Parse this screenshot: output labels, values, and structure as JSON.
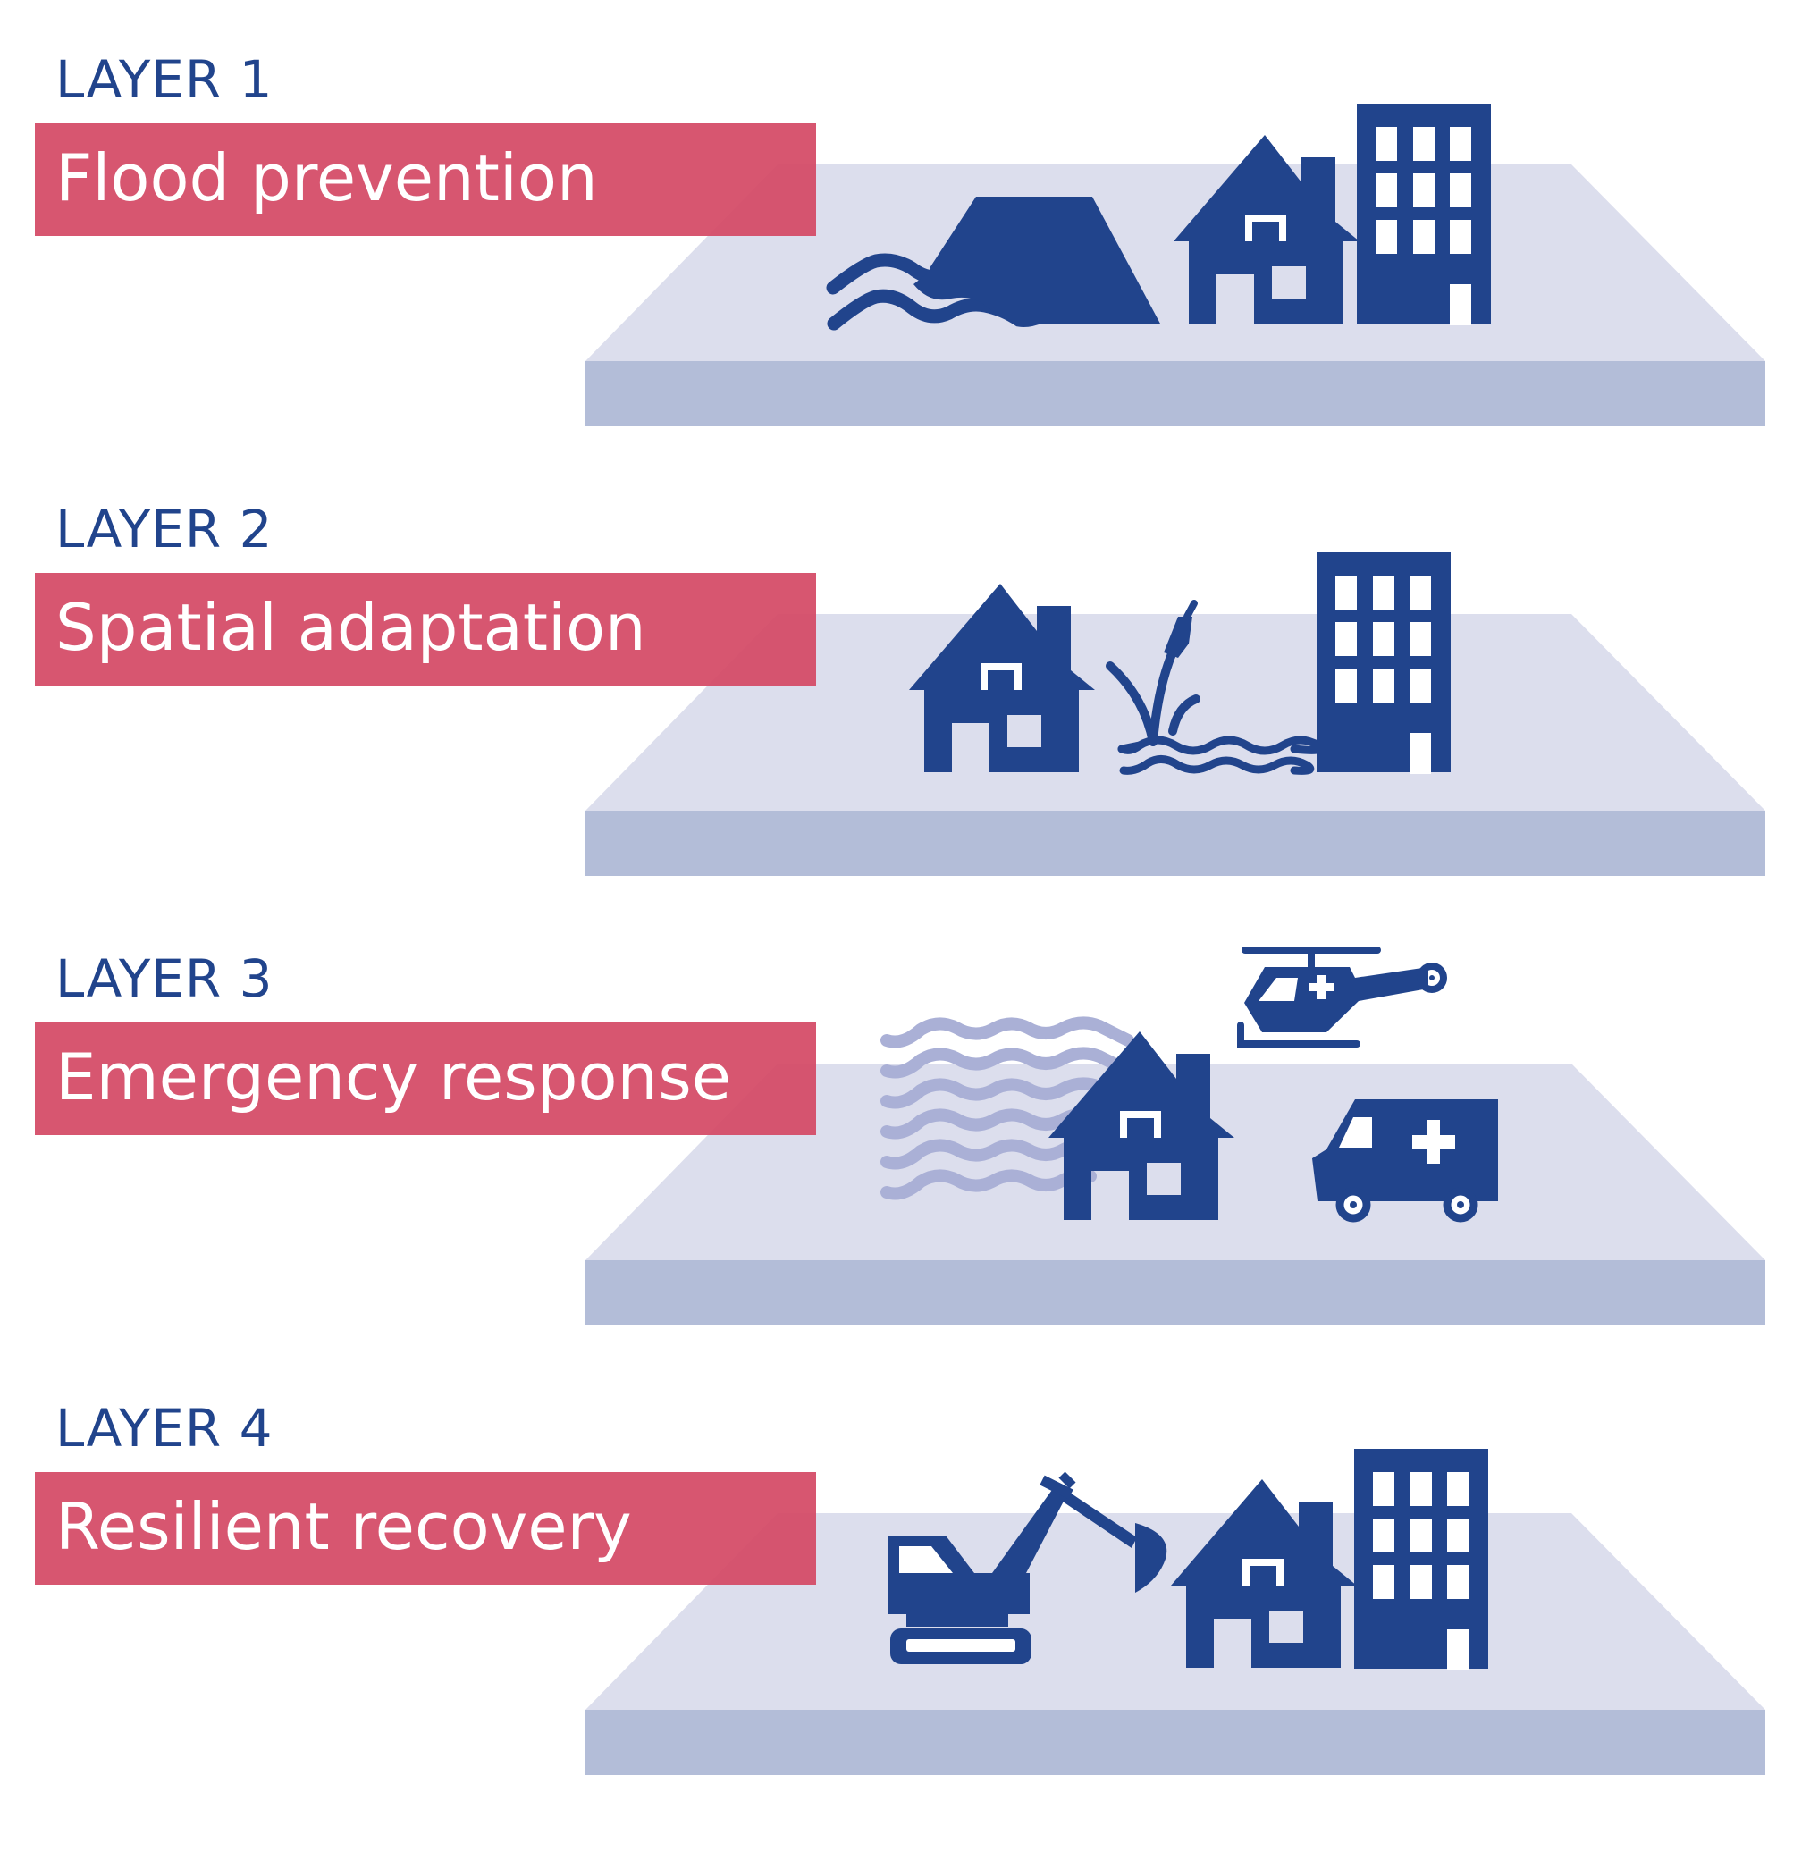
{
  "colors": {
    "navy": "#21448c",
    "red_banner": "#d54b67",
    "platform_top": "#dcdeed",
    "platform_side": "#b3bdd8",
    "light_wave": "#aab0d6"
  },
  "layers": [
    {
      "number": "LAYER 1",
      "title": "Flood prevention",
      "icons": [
        "waves-icon",
        "dike-icon",
        "house-icon",
        "apartment-building-icon"
      ]
    },
    {
      "number": "LAYER 2",
      "title": "Spatial adaptation",
      "icons": [
        "house-icon",
        "reed-plant-icon",
        "water-waves-icon",
        "apartment-building-icon"
      ]
    },
    {
      "number": "LAYER 3",
      "title": "Emergency response",
      "icons": [
        "flood-waves-icon",
        "house-icon",
        "helicopter-icon",
        "ambulance-icon"
      ]
    },
    {
      "number": "LAYER 4",
      "title": "Resilient recovery",
      "icons": [
        "excavator-icon",
        "house-icon",
        "apartment-building-icon"
      ]
    }
  ]
}
